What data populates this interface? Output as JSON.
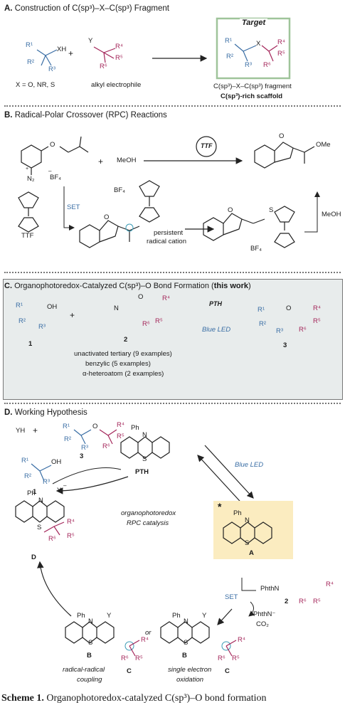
{
  "sectionA": {
    "header_letter": "A.",
    "header_text": "Construction of C(sp³)–X–C(sp³) Fragment",
    "plus": "+",
    "nucleophile": {
      "r1": "R¹",
      "r2": "R²",
      "r3": "R³",
      "xh": "XH"
    },
    "electrophile": {
      "y": "Y",
      "r4": "R⁴",
      "r5": "R⁵",
      "r6": "R⁶"
    },
    "target_label": "Target",
    "target": {
      "r1": "R¹",
      "r2": "R²",
      "r3": "R³",
      "x": "X",
      "r4": "R⁴",
      "r5": "R⁵",
      "r6": "R⁶"
    },
    "x_def": "X = O, NR, S",
    "electrophile_label": "alkyl electrophile",
    "fragment_label": "C(sp³)–X–C(sp³) fragment",
    "scaffold_label": "C(sp³)-rich scaffold"
  },
  "sectionB": {
    "header_letter": "B.",
    "header_text": "Radical-Polar Crossover (RPC) Reactions",
    "diazonium_n2": "N₂",
    "diazonium_plus": "+",
    "diazonium_bf4": "BF₄",
    "diazonium_minus": "–",
    "diazonium_o": "O",
    "plus": "+",
    "methanol": "MeOH",
    "catalyst": "TTF",
    "product_o": "O",
    "product_ome": "OMe",
    "ttf_label": "TTF",
    "set_label": "SET",
    "radical_o": "O",
    "bf4_minus": "BF₄",
    "persistent_label": "persistent",
    "radical_cation_label": "radical cation",
    "sulfonium_o": "O",
    "sulfonium_bf4": "BF₄",
    "methanol_2": "MeOH",
    "s_label": "S"
  },
  "sectionC": {
    "header_letter": "C.",
    "header_text_pre": "Organophotoredox-Catalyzed C(sp³)–O Bond Formation (",
    "header_text_bold": "this work",
    "header_text_post": ")",
    "plus": "+",
    "alcohol": {
      "r1": "R¹",
      "r2": "R²",
      "r3": "R³",
      "oh": "OH",
      "num": "1"
    },
    "ester": {
      "n": "N",
      "o": "O",
      "r4": "R⁴",
      "r5": "R⁵",
      "r6": "R⁶",
      "num": "2"
    },
    "catalyst": "PTH",
    "conditions": "Blue LED",
    "product": {
      "r1": "R¹",
      "r2": "R²",
      "r3": "R³",
      "o": "O",
      "r4": "R⁴",
      "r5": "R⁵",
      "r6": "R⁶",
      "num": "3"
    },
    "scope": [
      "unactivated tertiary (9 examples)",
      "benzylic (5 examples)",
      "α-heteroatom (2 examples)"
    ]
  },
  "sectionD": {
    "header_letter": "D.",
    "header_text": "Working Hypothesis",
    "yh": "YH",
    "plus": "+",
    "product": {
      "r1": "R¹",
      "r2": "R²",
      "r3": "R³",
      "o": "O",
      "r4": "R⁴",
      "r5": "R⁵",
      "r6": "R⁶",
      "num": "3"
    },
    "alcohol": {
      "r1": "R¹",
      "r2": "R²",
      "r3": "R³",
      "oh": "OH",
      "num": "1"
    },
    "pth_label": "PTH",
    "pth_n": "N",
    "pth_ph": "Ph",
    "pth_s": "S",
    "blue_led": "Blue LED",
    "excited_star": "*",
    "excited_label": "A",
    "center_line1": "organophotoredox",
    "center_line2": "RPC catalysis",
    "intermediate_d": "D",
    "d_y": "Y",
    "d_minus": "–",
    "set_label": "SET",
    "phthn_ester": "PhthN",
    "ester_num": "2",
    "phthn_anion": "PhthN⁻",
    "co2": "CO₂",
    "b_label": "B",
    "c_label": "C",
    "or_label": "or",
    "path_left_1": "radical-radical",
    "path_left_2": "coupling",
    "path_right_1": "single electron",
    "path_right_2": "oxidation",
    "r4": "R⁴",
    "r5": "R⁵",
    "r6": "R⁶",
    "s_plus": "S"
  },
  "caption": {
    "bold": "Scheme 1.",
    "text": " Organophotoredox-catalyzed C(sp³)–O bond formation"
  },
  "colors": {
    "blue": "#3a6ea5",
    "magenta": "#a4265a",
    "target_border": "#9fc49a",
    "highlight": "#fbecc0",
    "panel": "#e8ecec"
  }
}
